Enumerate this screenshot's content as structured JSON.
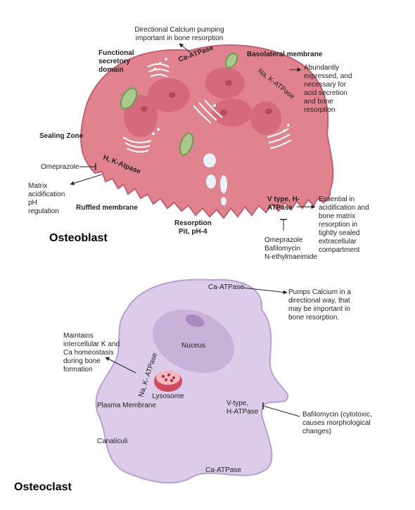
{
  "osteoblast": {
    "title": "Osteoblast",
    "calcium_note": [
      "Directional Calcium pumping",
      "important in bone resorption"
    ],
    "ca_atpase": "Ca-ATPase",
    "functional_secretory": [
      "Functional",
      "secretory",
      "domain"
    ],
    "basolateral": "Basolateral membrane",
    "na_k_atpase": "Na, K-ATPase",
    "na_k_note": [
      "Abundantly",
      "expressed, and",
      "necessary for",
      "acid secretion",
      "and bone",
      "resorption"
    ],
    "sealing_zone": "Sealing Zone",
    "omeprazole": "Omeprazole",
    "h_k_atpase": "H, K-Atpase",
    "matrix_note": [
      "Matrix",
      "acidification",
      "pH",
      "regulation"
    ],
    "ruffled": "Ruffled membrane",
    "resorption_pit": [
      "Resorption",
      "Pit, pH-4"
    ],
    "v_type": [
      "V type, H-",
      "ATPase"
    ],
    "v_type_note": [
      "Essential in",
      "acidification and",
      "bone matrix",
      "resorption in",
      "tightly sealed",
      "extracellular",
      "compartment"
    ],
    "inhibitors": [
      "Omeprazole",
      "Bafilomycin",
      "N-ethylmaeimide"
    ]
  },
  "osteoclast": {
    "title": "Osteoclast",
    "ca_atpase_top": "Ca-ATPase",
    "pumps_note": [
      "Pumps Calcium in a",
      "directional way, that",
      "may be important in",
      "bone resorption."
    ],
    "maintains_note": [
      "Maintains",
      "intercellular K and",
      "Ca homeostasis",
      "during bone",
      "formation"
    ],
    "nucleus": "Nuceus",
    "na_k_atpase": "Na, K- ATPase",
    "lysosome": "Lysosome",
    "plasma_membrane": "Plasma Membrane",
    "v_type": [
      "V-type,",
      "H-ATPase"
    ],
    "bafilomycin_note": [
      "Bafilomycin (cytotoxic,",
      "causes morphological",
      "changes)"
    ],
    "canaliculi": "Canaliculi",
    "ca_atpase_bottom": "Ca-ATPase"
  },
  "colors": {
    "blast_cell": "#e0838f",
    "blast_outline": "#c75d6f",
    "blast_nucleus": "#d46a7c",
    "mitochondria": "#8fb872",
    "clast_cell": "#dccbe9",
    "clast_outline": "#b9a1cf",
    "clast_nucleus": "#c8b2d8",
    "lysosome": "#d44a5e"
  }
}
